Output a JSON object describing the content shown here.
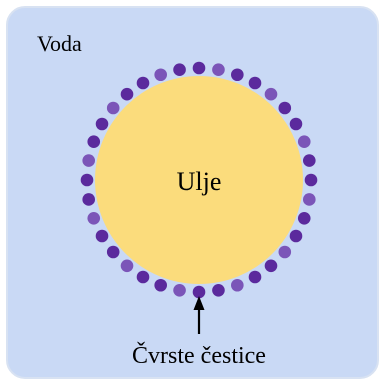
{
  "labels": {
    "medium": "Voda",
    "droplet": "Ulje",
    "particles": "Čvrste čestice"
  },
  "colors": {
    "background": "#c9d9f5",
    "border": "#d8e2f2",
    "droplet": "#fbdc7c",
    "particle_dark": "#5b2a9d",
    "particle_light": "#7b55b8",
    "arrow": "#000000"
  },
  "particles": {
    "count": 36
  }
}
